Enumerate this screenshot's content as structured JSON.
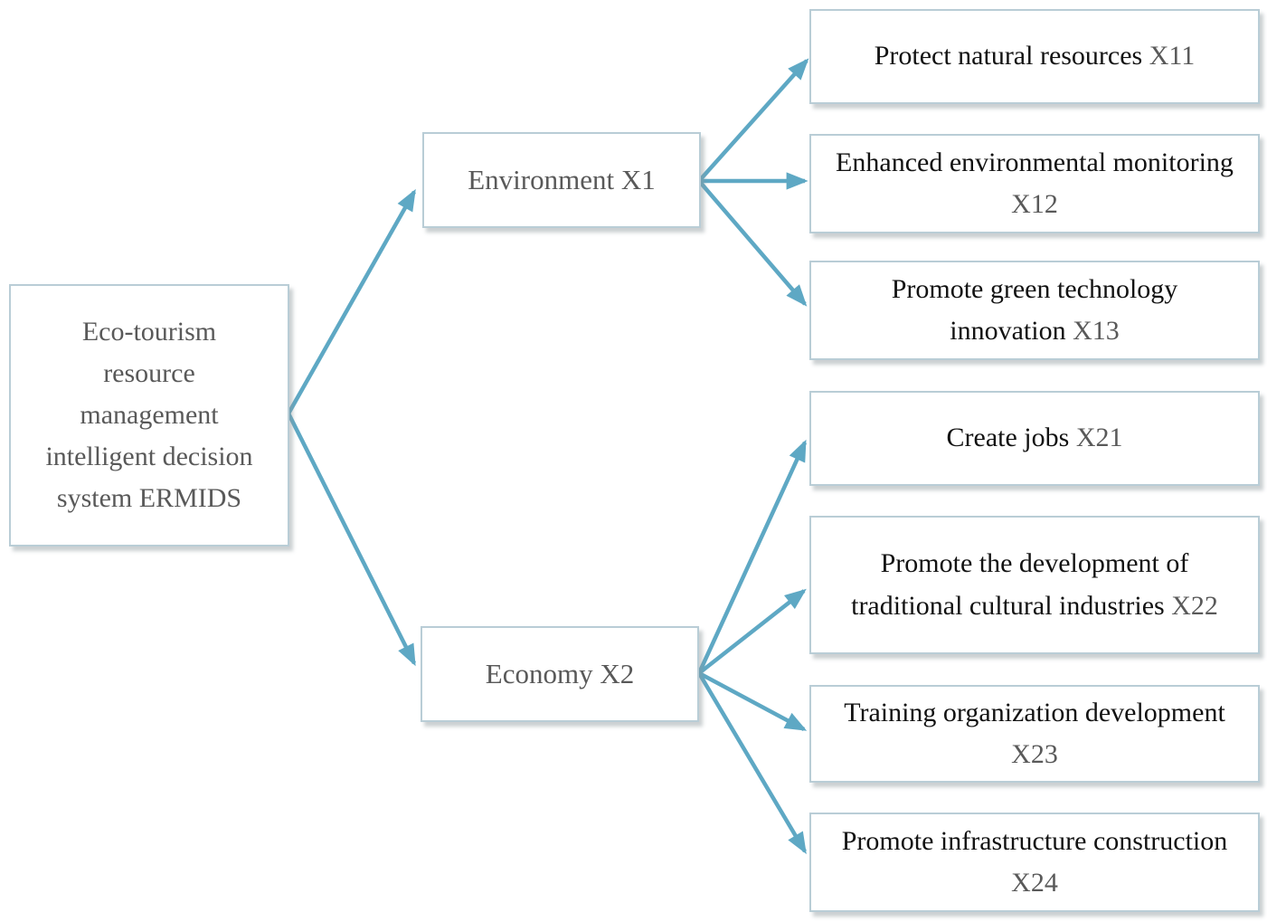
{
  "diagram": {
    "type": "hierarchy",
    "accent_color": "#5ea8c4",
    "box_border_color": "#b9cdd6",
    "root_text_color": "#595959",
    "leaf_text_color": "#121212",
    "code_text_color": "#595959",
    "root": {
      "label": "Eco-tourism resource management intelligent decision system",
      "code": "ERMIDS"
    },
    "branches": [
      {
        "id": "X1",
        "label": "Environment",
        "code": "X1"
      },
      {
        "id": "X2",
        "label": "Economy",
        "code": "X2"
      }
    ],
    "leaves": [
      {
        "parent": "X1",
        "label": "Protect natural resources",
        "code": "X11"
      },
      {
        "parent": "X1",
        "label": "Enhanced environmental monitoring",
        "code": "X12"
      },
      {
        "parent": "X1",
        "label": "Promote green technology innovation",
        "code": "X13"
      },
      {
        "parent": "X2",
        "label": "Create jobs",
        "code": "X21"
      },
      {
        "parent": "X2",
        "label": "Promote the development of traditional cultural industries",
        "code": "X22"
      },
      {
        "parent": "X2",
        "label": "Training organization development",
        "code": "X23"
      },
      {
        "parent": "X2",
        "label": "Promote infrastructure construction",
        "code": "X24"
      }
    ]
  }
}
